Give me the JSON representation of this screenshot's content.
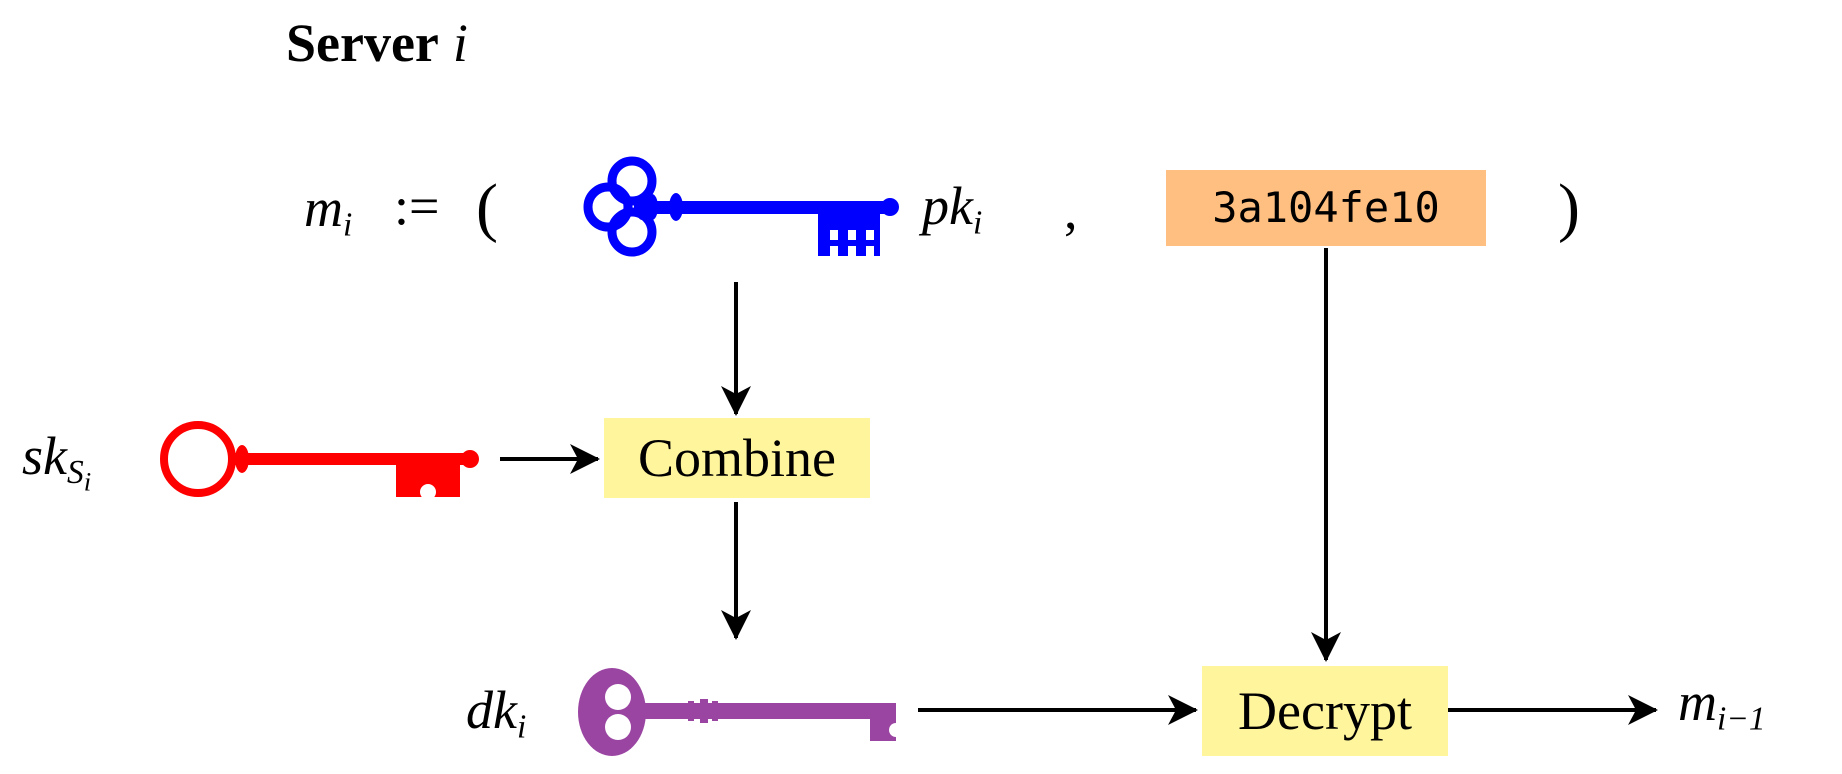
{
  "title": {
    "bold": "Server",
    "italic": "i"
  },
  "message": {
    "lhs": "m",
    "lhs_sub": "i",
    "assign": ":=",
    "open_paren": "(",
    "comma": ",",
    "close_paren": ")"
  },
  "public_key": {
    "base": "pk",
    "sub": "i",
    "color": "#0000ff"
  },
  "ciphertext": {
    "text": "3a104fe10",
    "color": "#ffbf80"
  },
  "secret_key": {
    "base": "sk",
    "sub": "S",
    "sub_sub": "i",
    "color": "#ff0000"
  },
  "decryption_key": {
    "base": "dk",
    "sub": "i",
    "color": "#9b45a3"
  },
  "combine": {
    "label": "Combine",
    "color": "#fff59d"
  },
  "decrypt": {
    "label": "Decrypt",
    "color": "#fff59d"
  },
  "output": {
    "base": "m",
    "sub": "i−1"
  }
}
